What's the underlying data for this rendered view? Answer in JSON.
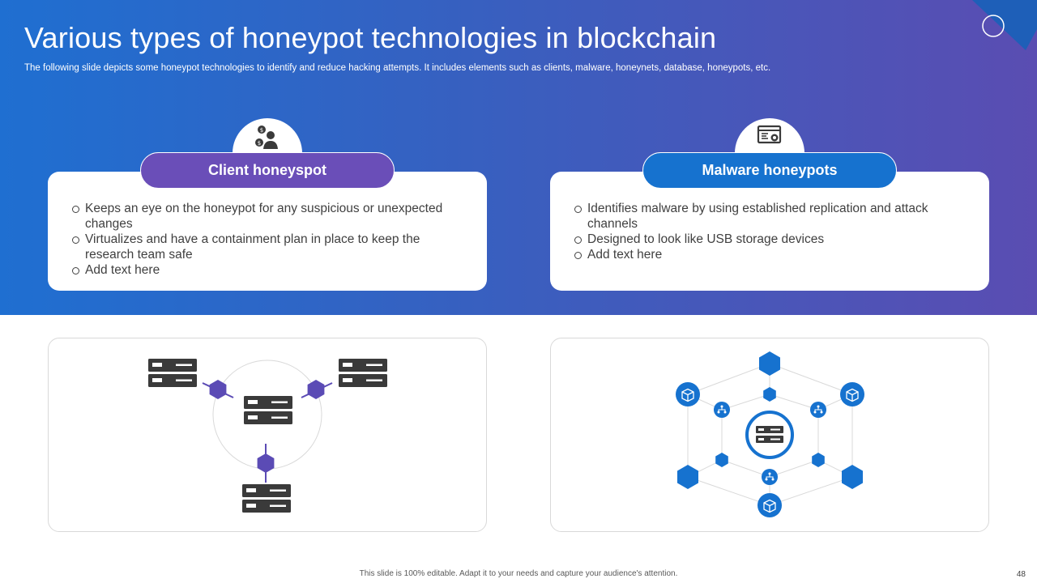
{
  "slide": {
    "title": "Various types of honeypot technologies in blockchain",
    "subtitle": "The following slide depicts some honeypot technologies to identify and reduce hacking attempts. It includes elements such as clients, malware, honeynets, database, honeypots, etc."
  },
  "cards": [
    {
      "title": "Client honeyspot",
      "icon": "user-money-icon",
      "bullets": [
        "Keeps an eye on the honeypot for any suspicious or unexpected changes",
        "Virtualizes and have a containment plan in place to keep the research team safe",
        "Add text here"
      ]
    },
    {
      "title": "Malware honeypots",
      "icon": "monitor-bug-icon",
      "bullets": [
        "Identifies malware by using established replication and attack channels",
        "Designed to look like USB storage devices",
        "Add text here"
      ]
    }
  ],
  "colors": {
    "purple": "#6a4eb8",
    "blue": "#1672cf",
    "server_dark": "#3a3a3a"
  },
  "footer": {
    "note": "This slide is 100% editable. Adapt it to your needs and capture your audience's attention.",
    "page": "48"
  }
}
